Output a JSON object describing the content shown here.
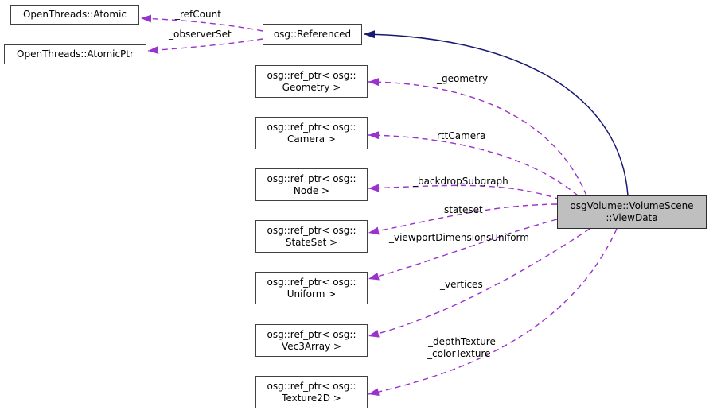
{
  "diagram": {
    "type": "doxygen-collaboration-graph",
    "current_class": "osgVolume::VolumeScene::ViewData",
    "colors": {
      "dashed_edge": "#9a32cd",
      "solid_edge": "#191970",
      "node_fill": "#ffffff",
      "node_border": "#404040",
      "current_node_fill": "#bfbfbf",
      "text": "#000000"
    }
  },
  "nodes": {
    "atomic": {
      "label": "OpenThreads::Atomic"
    },
    "atomic_ptr": {
      "label": "OpenThreads::AtomicPtr"
    },
    "referenced": {
      "label": "osg::Referenced"
    },
    "ref_ptr_geometry": {
      "line1": "osg::ref_ptr< osg::",
      "line2": "Geometry >"
    },
    "ref_ptr_camera": {
      "line1": "osg::ref_ptr< osg::",
      "line2": "Camera >"
    },
    "ref_ptr_node": {
      "line1": "osg::ref_ptr< osg::",
      "line2": "Node >"
    },
    "ref_ptr_stateset": {
      "line1": "osg::ref_ptr< osg::",
      "line2": "StateSet >"
    },
    "ref_ptr_uniform": {
      "line1": "osg::ref_ptr< osg::",
      "line2": "Uniform >"
    },
    "ref_ptr_vec3array": {
      "line1": "osg::ref_ptr< osg::",
      "line2": "Vec3Array >"
    },
    "ref_ptr_texture2d": {
      "line1": "osg::ref_ptr< osg::",
      "line2": "Texture2D >"
    },
    "view_data": {
      "line1": "osgVolume::VolumeScene",
      "line2": "::ViewData"
    }
  },
  "edge_labels": {
    "ref_count": "_refCount",
    "observer_set": "_observerSet",
    "geometry": "_geometry",
    "rtt_camera": "_rttCamera",
    "backdrop_subgraph": "_backdropSubgraph",
    "stateset": "_stateset",
    "viewport_dimensions_uniform": "_viewportDimensionsUniform",
    "vertices": "_vertices",
    "depth_texture": "_depthTexture",
    "color_texture": "_colorTexture"
  }
}
